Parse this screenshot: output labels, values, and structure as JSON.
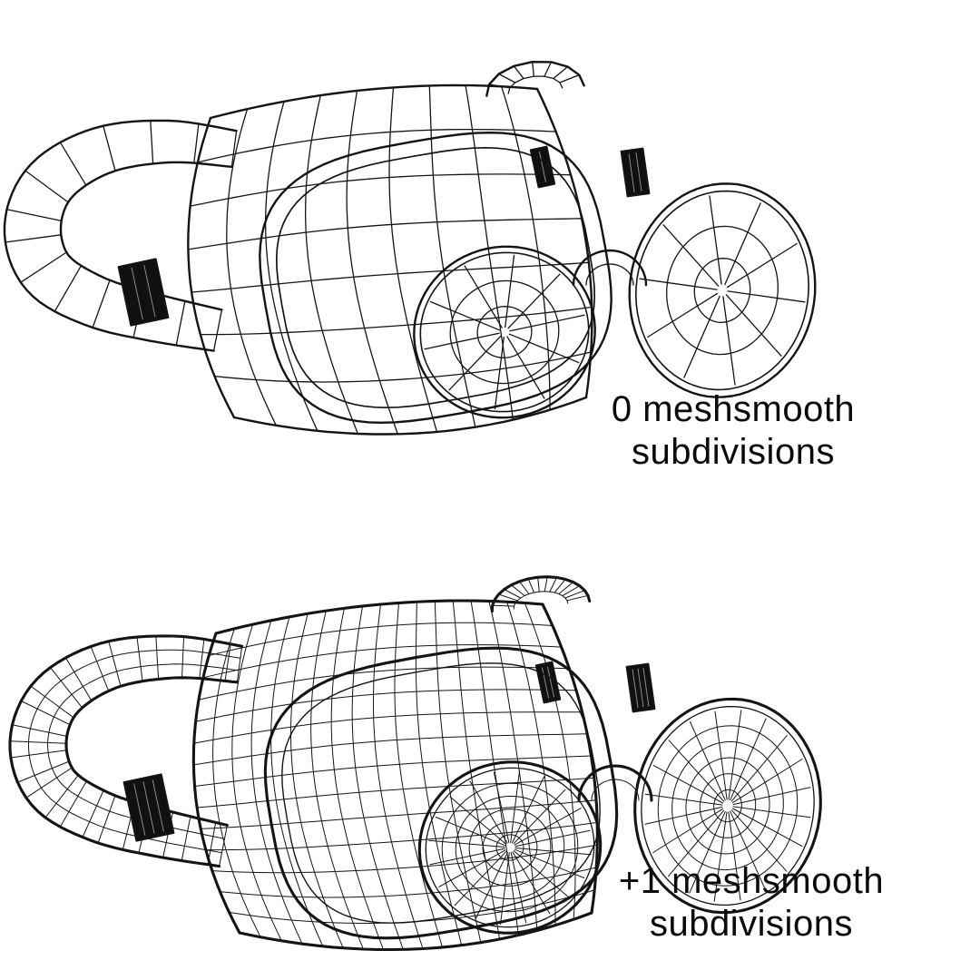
{
  "colors": {
    "wireframe": "#141414",
    "background": "#ffffff",
    "text": "#0a0a0a"
  },
  "figures": [
    {
      "id": "top",
      "subdivisions": 0,
      "label_line1": "0 meshsmooth",
      "label_line2": "subdivisions"
    },
    {
      "id": "bottom",
      "subdivisions": 1,
      "label_line1": "+1 meshsmooth",
      "label_line2": "subdivisions"
    }
  ]
}
